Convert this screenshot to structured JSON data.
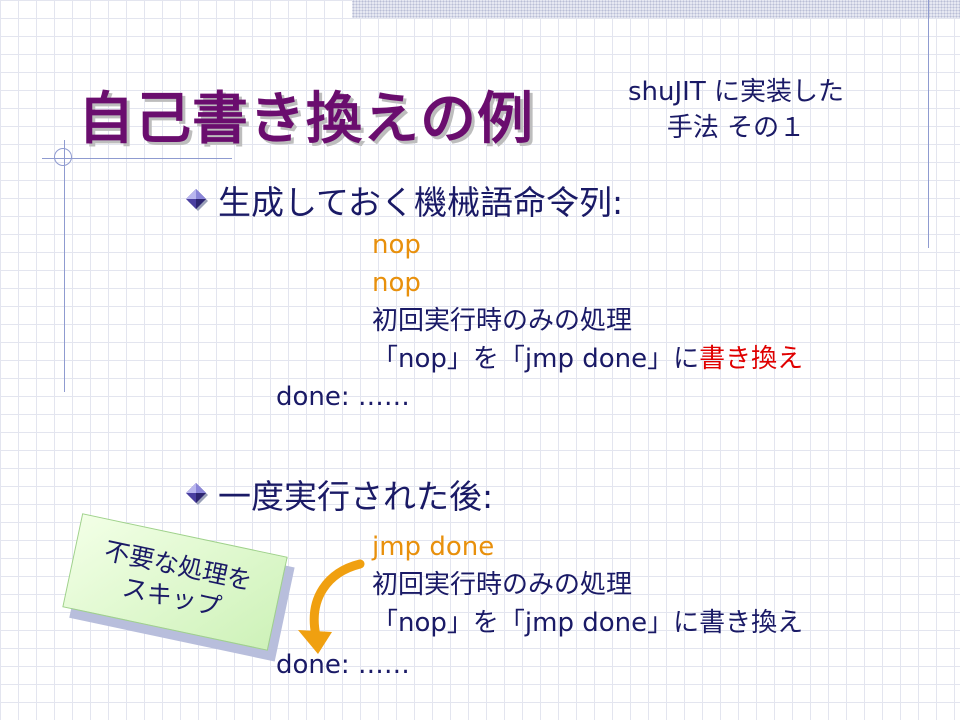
{
  "slide": {
    "title": "自己書き換えの例",
    "subtitle_lines": [
      "shuJIT に実装した",
      "手法 その１"
    ]
  },
  "section1": {
    "heading": "生成しておく機械語命令列:",
    "lines": {
      "nop1": "nop",
      "nop2": "nop",
      "first_exec": "初回実行時のみの処理",
      "rewrite_prefix": "「nop」を「jmp done」に",
      "rewrite_highlight": "書き換え",
      "done": "done: ……"
    }
  },
  "section2": {
    "heading": "一度実行された後:",
    "lines": {
      "jmp": "jmp done",
      "first_exec": "初回実行時のみの処理",
      "rewrite": "「nop」を「jmp done」に書き換え",
      "done": "done: ……"
    }
  },
  "callout": {
    "lines": [
      "不要な処理を",
      "スキップ"
    ]
  },
  "colors": {
    "title": "#6a0d6e",
    "text": "#1a1a66",
    "code_accent": "#e8900c",
    "highlight": "#e00000",
    "note_fill": "#cef2b9"
  },
  "icons": {
    "bullet": "diamond-bullet-icon",
    "arrow": "curved-arrow-icon"
  }
}
